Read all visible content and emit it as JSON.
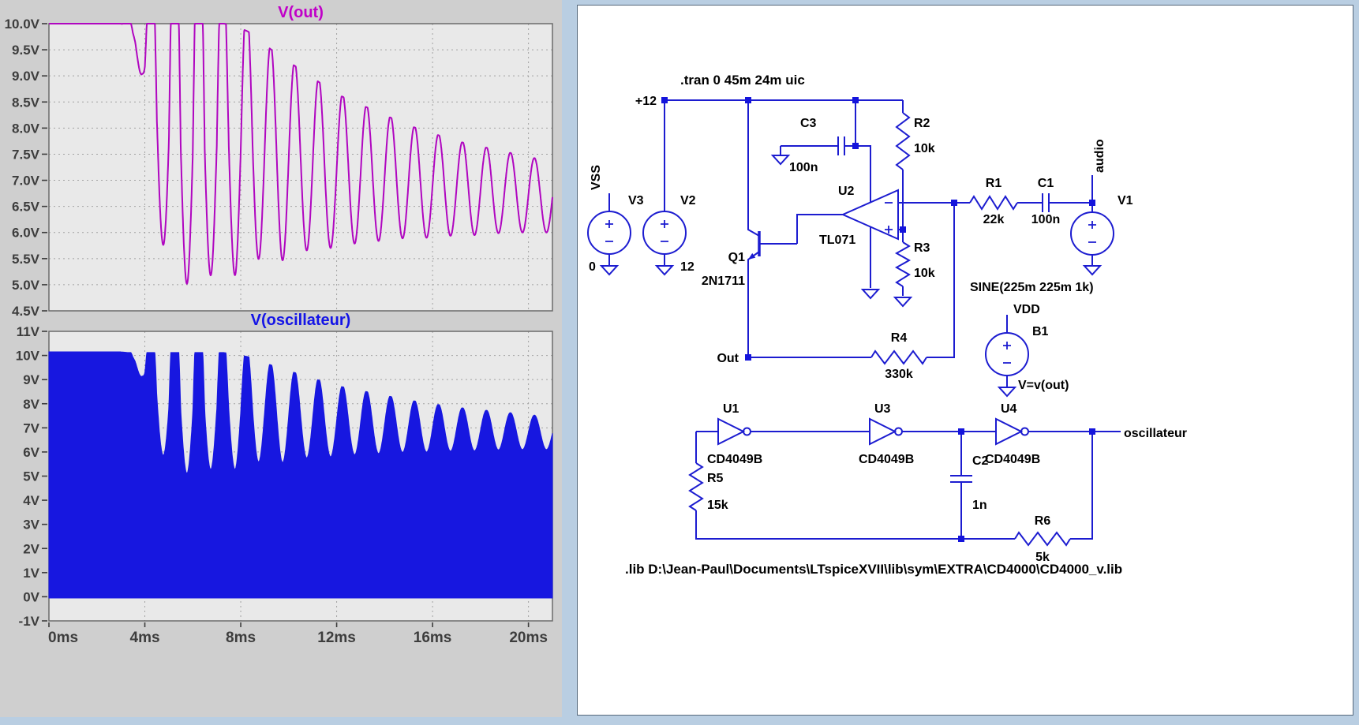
{
  "charts": [
    {
      "type": "line",
      "title": "V(out)",
      "color": "#b006c0",
      "title_color": "#c000c8",
      "x_unit": "ms",
      "xlim": [
        0,
        21
      ],
      "ylim": [
        4.5,
        10
      ],
      "grid": true,
      "yticks": {
        "values": [
          10,
          9.5,
          9,
          8.5,
          8,
          7.5,
          7,
          6.5,
          6,
          5.5,
          5,
          4.5
        ],
        "labels": [
          "10.0V",
          "9.5V",
          "9.0V",
          "8.5V",
          "8.0V",
          "7.5V",
          "7.0V",
          "6.5V",
          "6.0V",
          "5.5V",
          "5.0V",
          "4.5V"
        ]
      },
      "xticks": {
        "values": [
          0,
          4,
          8,
          12,
          16,
          20
        ],
        "labels": [
          "0ms",
          "4ms",
          "8ms",
          "12ms",
          "16ms",
          "20ms"
        ]
      },
      "wave_model": {
        "description": "1 kHz compressed sine: flat-topped at 10 V until ~4 ms, then peaks decay to ~7.35 V with valleys around 5-6 V",
        "freq_hz": 1000,
        "env_t_ms": [
          0,
          3.0,
          3.3,
          3.6,
          3.9,
          4.2,
          4.6,
          5.0,
          5.4,
          5.8,
          6.3,
          6.8,
          7.3,
          7.8,
          8.3,
          9.0,
          9.7,
          10.4,
          11.2,
          12.0,
          13.0,
          14.0,
          15.0,
          16.0,
          17.0,
          18.0,
          19.0,
          20.0,
          21.0
        ],
        "peak_v": [
          10,
          10,
          10,
          10,
          10,
          10,
          10,
          10,
          10,
          10,
          10,
          10,
          10,
          9.95,
          9.85,
          9.6,
          9.35,
          9.15,
          8.9,
          8.65,
          8.45,
          8.25,
          8.05,
          7.9,
          7.75,
          7.65,
          7.55,
          7.45,
          7.35
        ],
        "valley_v": [
          10,
          10,
          9.85,
          9.55,
          8.8,
          7.4,
          6.0,
          5.4,
          5.15,
          5.0,
          5.0,
          5.2,
          5.5,
          5.15,
          5.3,
          5.6,
          5.45,
          5.7,
          5.6,
          5.75,
          5.8,
          5.85,
          5.9,
          5.9,
          5.95,
          5.95,
          6.0,
          6.0,
          6.0
        ],
        "overdrive": [
          [
            0,
            2.1
          ],
          [
            6.5,
            2.1
          ],
          [
            7.6,
            1.4
          ],
          [
            9.0,
            1.05
          ],
          [
            21,
            1.0
          ]
        ],
        "clip_top_v": 10
      }
    },
    {
      "type": "area",
      "title": "V(oscillateur)",
      "color": "#1717e0",
      "title_color": "#1414e6",
      "x_unit": "ms",
      "xlim": [
        0,
        21
      ],
      "ylim": [
        -1,
        11
      ],
      "baseline_v": -0.05,
      "grid": true,
      "yticks": {
        "values": [
          11,
          10,
          9,
          8,
          7,
          6,
          5,
          4,
          3,
          2,
          1,
          0,
          -1
        ],
        "labels": [
          "11V",
          "10V",
          "9V",
          "8V",
          "7V",
          "6V",
          "5V",
          "4V",
          "3V",
          "2V",
          "1V",
          "0V",
          "-1V"
        ]
      },
      "xticks": {
        "values": [
          0,
          4,
          8,
          12,
          16,
          20
        ],
        "labels": [
          "0ms",
          "4ms",
          "8ms",
          "12ms",
          "16ms",
          "20ms"
        ]
      },
      "wave_model": {
        "description": "dense HF CMOS oscillator output filling 0 V up to its supply envelope (= V(out))",
        "freq_hz": 1000,
        "env_t_ms": [
          0,
          3.0,
          3.3,
          3.6,
          3.9,
          4.2,
          4.6,
          5.0,
          5.4,
          5.8,
          6.3,
          6.8,
          7.3,
          7.8,
          8.3,
          9.0,
          9.7,
          10.4,
          11.2,
          12.0,
          13.0,
          14.0,
          15.0,
          16.0,
          17.0,
          18.0,
          19.0,
          20.0,
          21.0
        ],
        "peak_v": [
          10.15,
          10.15,
          10.12,
          10.12,
          10.12,
          10.12,
          10.12,
          10.12,
          10.12,
          10.12,
          10.12,
          10.12,
          10.12,
          10.05,
          9.95,
          9.7,
          9.45,
          9.25,
          9.0,
          8.75,
          8.55,
          8.35,
          8.15,
          8.0,
          7.85,
          7.75,
          7.65,
          7.55,
          7.45
        ],
        "valley_v": [
          10.15,
          10.15,
          9.95,
          9.65,
          8.9,
          7.5,
          6.1,
          5.5,
          5.25,
          5.1,
          5.1,
          5.3,
          5.6,
          5.25,
          5.4,
          5.7,
          5.55,
          5.8,
          5.7,
          5.85,
          5.9,
          5.95,
          6.0,
          6.0,
          6.05,
          6.05,
          6.1,
          6.1,
          6.1
        ],
        "overdrive": [
          [
            0,
            2.1
          ],
          [
            6.5,
            2.1
          ],
          [
            7.6,
            1.4
          ],
          [
            9.0,
            1.05
          ],
          [
            21,
            1.0
          ]
        ],
        "clip_top_v": 10.15
      }
    }
  ],
  "schematic": {
    "tran": ".tran 0 45m 24m uic",
    "lib": ".lib D:\\Jean-Paul\\Documents\\LTspiceXVII\\lib\\sym\\EXTRA\\CD4000\\CD4000_v.lib",
    "flags": {
      "rail": "+12",
      "vss": "VSS",
      "out": "Out",
      "audio": "audio",
      "vdd": "VDD",
      "osc": "oscillateur"
    },
    "opamp_minus": "-",
    "opamp_plus": "+",
    "v3": {
      "ref": "V3",
      "val": "0"
    },
    "v2": {
      "ref": "V2",
      "val": "12"
    },
    "v1": {
      "ref": "V1",
      "val": "SINE(225m 225m 1k)"
    },
    "b1": {
      "ref": "B1",
      "val": "V=v(out)"
    },
    "q1": {
      "ref": "Q1",
      "val": "2N1711"
    },
    "u2": {
      "ref": "U2",
      "val": "TL071"
    },
    "u1": {
      "ref": "U1",
      "val": "CD4049B"
    },
    "u3": {
      "ref": "U3",
      "val": "CD4049B"
    },
    "u4": {
      "ref": "U4",
      "val": "CD4049B"
    },
    "r1": {
      "ref": "R1",
      "val": "22k"
    },
    "r2": {
      "ref": "R2",
      "val": "10k"
    },
    "r3": {
      "ref": "R3",
      "val": "10k"
    },
    "r4": {
      "ref": "R4",
      "val": "330k"
    },
    "r5": {
      "ref": "R5",
      "val": "15k"
    },
    "r6": {
      "ref": "R6",
      "val": "5k"
    },
    "c1": {
      "ref": "C1",
      "val": "100n"
    },
    "c2": {
      "ref": "C2",
      "val": "1n"
    },
    "c3": {
      "ref": "C3",
      "val": "100n"
    }
  }
}
